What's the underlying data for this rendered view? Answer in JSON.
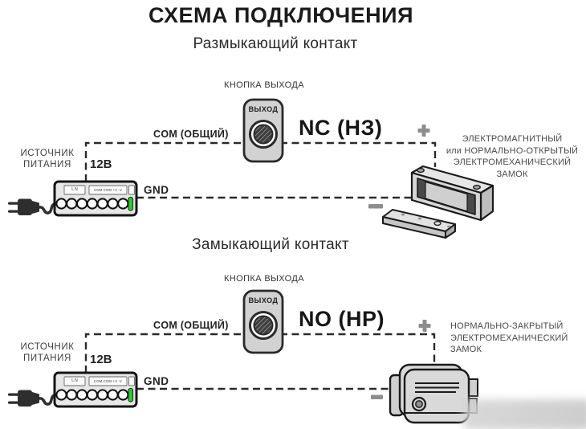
{
  "title": "СХЕМА ПОДКЛЮЧЕНИЯ",
  "psu": {
    "label_line1": "ИСТОЧНИК",
    "label_line2": "ПИТАНИЯ",
    "voltage": "12В",
    "plate_left": "L N",
    "plate_right": "COM COM +V -V"
  },
  "exit_button": {
    "caption": "КНОПКА ВЫХОДА",
    "label": "ВЫХОД"
  },
  "sections": {
    "s1": {
      "title": "Размыкающий контакт",
      "com": "COM (ОБЩИЙ)",
      "contact": "NC (НЗ)",
      "gnd": "GND",
      "lock_caption": [
        "ЭЛЕКТРОМАГНИТНЫЙ",
        "или НОРМАЛЬНО-ОТКРЫТЫЙ",
        "ЭЛЕКТРОМЕХАНИЧЕСКИЙ",
        "ЗАМОК"
      ]
    },
    "s2": {
      "title": "Замыкающий контакт",
      "com": "COM (ОБЩИЙ)",
      "contact": "NO (НР)",
      "gnd": "GND",
      "lock_caption": [
        "НОРМАЛЬНО-ЗАКРЫТЫЙ",
        "ЭЛЕКТРОМЕХАНИЧЕСКИЙ",
        "ЗАМОК"
      ]
    }
  },
  "icons": {
    "plus_symbol": "+",
    "minus_symbol": "−"
  },
  "colors": {
    "dash_line": "#2b2b2b",
    "led_green": "#38c438",
    "polarity_gray": "#8d8d8d",
    "lock_gray": "#d7d7d7"
  }
}
